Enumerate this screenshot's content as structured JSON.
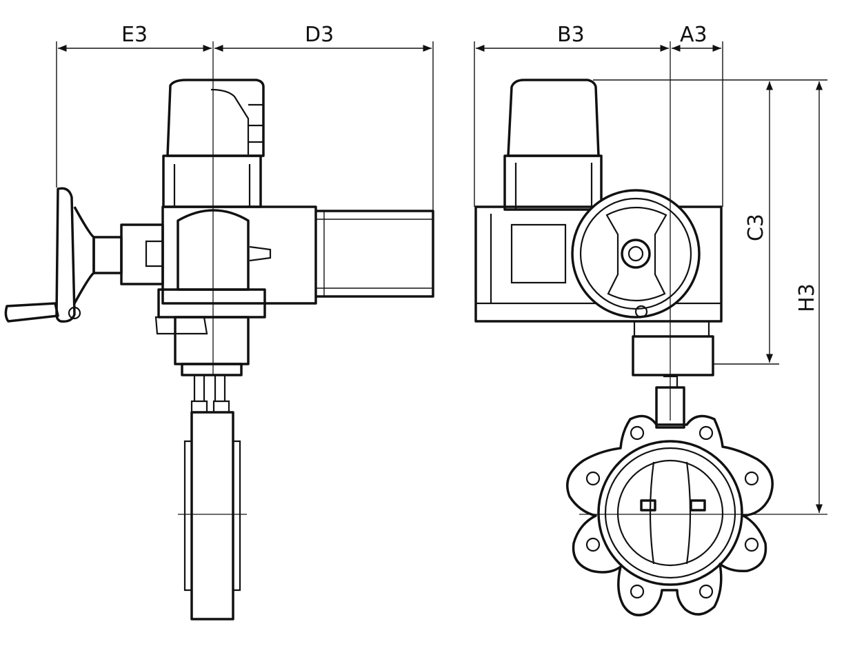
{
  "dimensions": {
    "e3": "E3",
    "d3": "D3",
    "b3": "B3",
    "a3": "A3",
    "c3": "C3",
    "h3": "H3"
  },
  "colors": {
    "line": "#111111",
    "background": "#ffffff"
  }
}
